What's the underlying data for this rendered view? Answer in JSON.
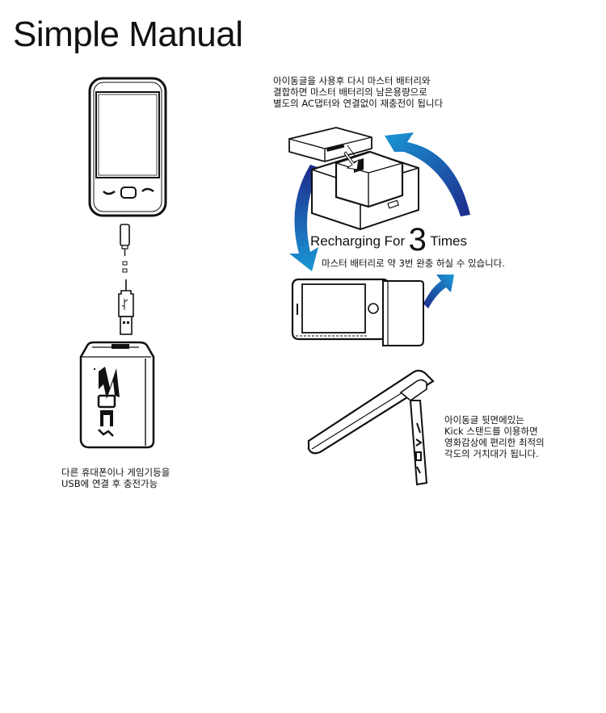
{
  "manual": {
    "title": "Simple Manual"
  },
  "captions": {
    "top_right": [
      "아이동글을 사용후 다시 마스터 배터리와",
      "결합하면 마스터 배터리의 남은용량으로",
      "별도의 AC댑터와 연결없이 재충전이 됩니다"
    ],
    "recharge": {
      "prefix": "Recharging For",
      "count": "3",
      "suffix": "Times",
      "subtitle": "마스터 배터리로 약 3번 완충 하실 수 있습니다."
    },
    "kickstand": [
      "아이동글 뒷면에있는",
      "Kick 스탠드를 이용하면",
      "영화감상에 편리한 최적의",
      "각도의 거치대가 됩니다."
    ],
    "usb_charge": [
      "다른 휴대폰이나 게임기등을",
      "USB에 연결 후 충전가능"
    ]
  },
  "illustrations": {
    "phone": "smartphone-icon",
    "micro_usb": "micro-usb-plug-icon",
    "usb": "usb-plug-icon",
    "battery": "battery-pack-icon",
    "dock": "battery-dock-icon",
    "iphone": "iphone-with-dongle-icon",
    "stand": "kickstand-phone-icon"
  },
  "colors": {
    "arrow_blue": "#1a98d5",
    "arrow_navy": "#1e2a8c",
    "ink": "#111111"
  }
}
